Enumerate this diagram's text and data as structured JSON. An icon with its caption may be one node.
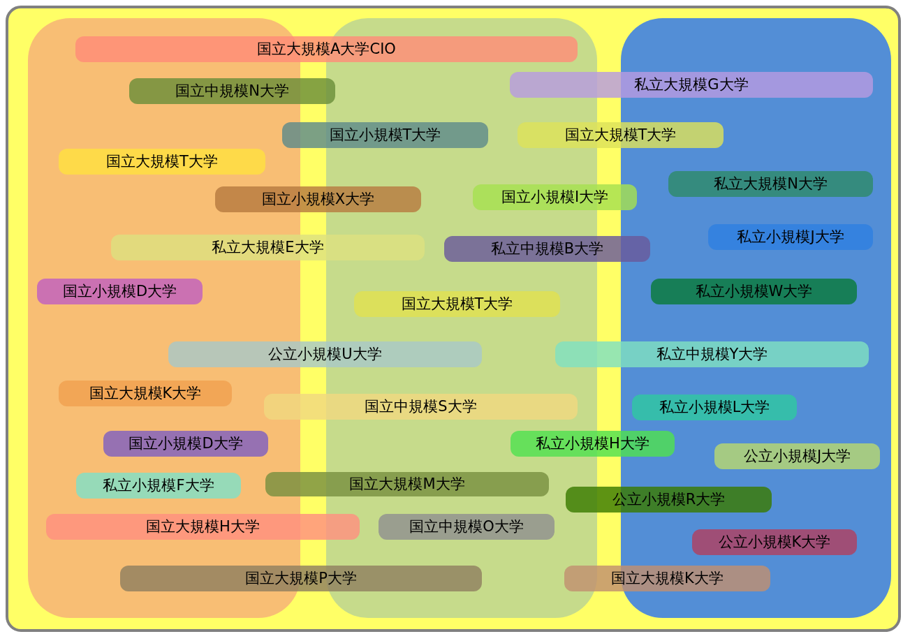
{
  "diagram": {
    "nodes": [
      {
        "text": [
          "国立大規模A大学CIO"
        ]
      },
      {
        "text": [
          "国立中規模N大学"
        ]
      },
      {
        "text": [
          "私立大規模G大学"
        ]
      },
      {
        "text": [
          "国立小規模T大学"
        ]
      },
      {
        "text": [
          "国立大規模T大学"
        ]
      },
      {
        "text": [
          "国立大規模T大学"
        ]
      },
      {
        "text": [
          "私立大規模N大学"
        ]
      },
      {
        "text": [
          "国立小規模X大学"
        ]
      },
      {
        "text": [
          "国立小規模I大学"
        ]
      },
      {
        "text": [
          "私立小規模J大学"
        ]
      },
      {
        "text": [
          "私立大規模E大学"
        ]
      },
      {
        "text": [
          "私立中規模B大学"
        ]
      },
      {
        "text": [
          "国立小規模D大学"
        ]
      },
      {
        "text": [
          "私立小規模W大学"
        ]
      },
      {
        "text": [
          "国立大規模T大学"
        ]
      },
      {
        "text": [
          "公立小規模U大学"
        ]
      },
      {
        "text": [
          "私立中規模Y大学"
        ]
      },
      {
        "text": [
          "国立大規模K大学"
        ]
      },
      {
        "text": [
          "国立中規模S大学"
        ]
      },
      {
        "text": [
          "私立小規模L大学"
        ]
      },
      {
        "text": [
          "国立小規模D大学"
        ]
      },
      {
        "text": [
          "私立小規模H大学"
        ]
      },
      {
        "text": [
          "公立小規模J大学"
        ]
      },
      {
        "text": [
          "私立小規模F大学"
        ]
      },
      {
        "text": [
          "国立大規模M大学"
        ]
      },
      {
        "text": [
          "公立小規模R大学"
        ]
      },
      {
        "text": [
          "国立大規模H大学"
        ]
      },
      {
        "text": [
          "国立中規模O大学"
        ]
      },
      {
        "text": [
          "公立小規模K大学"
        ]
      },
      {
        "text": [
          "国立大規模P大学"
        ]
      },
      {
        "text": [
          "国立大規模K大学"
        ]
      }
    ]
  }
}
